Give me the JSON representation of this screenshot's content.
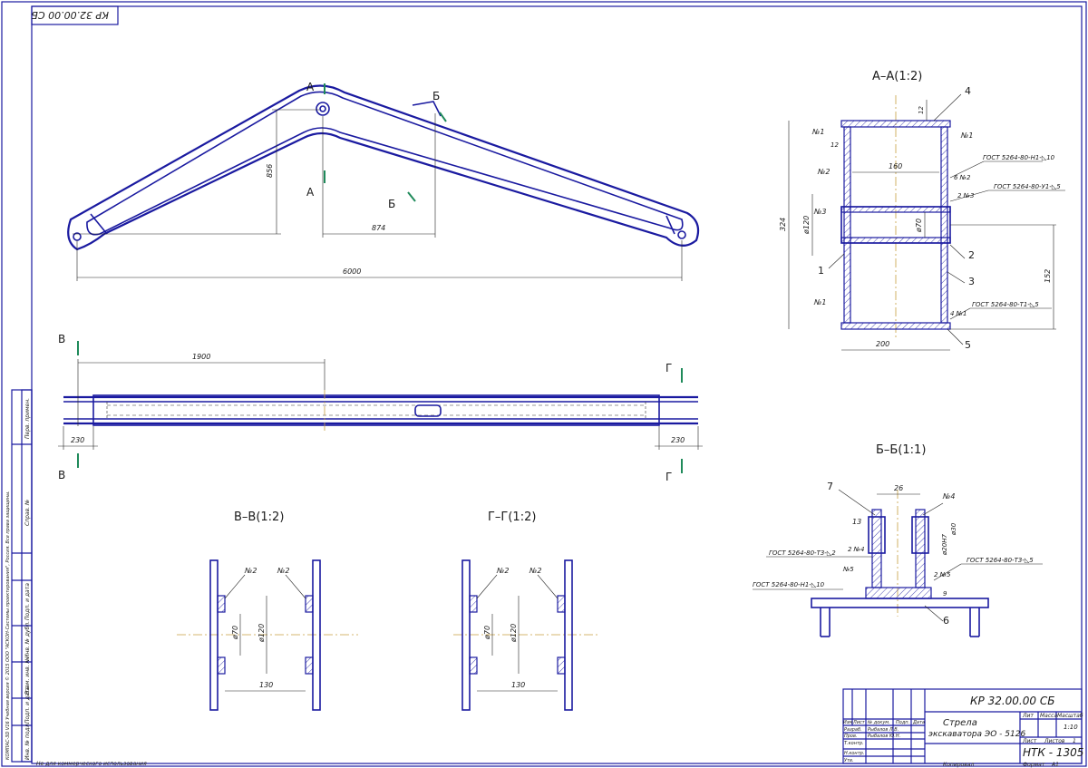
{
  "stamp_top": "КР 32.00.00 СБ",
  "main_view": {
    "section_a_top": "А",
    "section_a_bottom": "А",
    "section_b_top": "Б",
    "section_b_bottom": "Б",
    "dim_856": "856",
    "dim_874": "874",
    "dim_6000": "6000"
  },
  "plan_view": {
    "cut_v_top": "В",
    "cut_v_bottom": "В",
    "cut_g_top": "Г",
    "cut_g_bottom": "Г",
    "dim_1900": "1900",
    "dim_230_left": "230",
    "dim_230_right": "230"
  },
  "section_aa": {
    "title": "А–А(1:2)",
    "leader_4": "4",
    "leader_2": "2",
    "leader_3": "3",
    "leader_1": "1",
    "leader_5": "5",
    "n1_top_left": "№1",
    "n1_top_right": "№1",
    "n2_left": "№2",
    "n3_left": "№3",
    "n1_bottom_left": "№1",
    "dim_12_top": "12",
    "dim_12_left": "12",
    "dim_160": "160",
    "dim_324": "324",
    "dim_120": "ø120",
    "dim_70": "ø70",
    "dim_152": "152",
    "dim_200": "200",
    "weld_1_num": "6 №2",
    "weld_1": "ГОСТ 5264-80-Н1-◺10",
    "weld_2_num": "2 №3",
    "weld_2": "ГОСТ 5264-80-У1-◺5",
    "weld_3_num": "4 №1",
    "weld_3": "ГОСТ 5264-80-Т1-◺5"
  },
  "section_bb": {
    "title": "Б–Б(1:1)",
    "leader_7": "7",
    "leader_6": "6",
    "n4_top": "№4",
    "n4_side": "2 №4",
    "n5_left": "№5",
    "n5_right": "2 №5",
    "dim_26": "26",
    "dim_13": "13",
    "dim_20h7": "ø20H7",
    "dim_30": "ø30",
    "dim_9": "9",
    "weld_1": "ГОСТ 5264-80-Т3-◺2",
    "weld_2": "ГОСТ 5264-80-Н1-◺10",
    "weld_3": "ГОСТ 5264-80-Т3-◺5"
  },
  "section_vv": {
    "title": "В–В(1:2)",
    "n2_left": "№2",
    "n2_right": "№2",
    "dim_70": "ø70",
    "dim_120": "ø120",
    "dim_130": "130"
  },
  "section_gg": {
    "title": "Г–Г(1:2)",
    "n2_left": "№2",
    "n2_right": "№2",
    "dim_70": "ø70",
    "dim_120": "ø120",
    "dim_130": "130"
  },
  "title_block": {
    "designation": "КР 32.00.00 СБ",
    "name_line1": "Стрела",
    "name_line2": "экскаватора ЭО - 5126",
    "lit": "Лит",
    "mass": "Масса",
    "scale_h": "Масштаб",
    "scale": "1:10",
    "sheet": "Лист",
    "sheets": "Листов",
    "sheets_val": "1",
    "org": "НТК - 1305",
    "row_izm": "Изм",
    "row_list": "Лист",
    "row_doc": "№ докум.",
    "row_sign": "Подп.",
    "row_date": "Дата",
    "razrab": "Разраб.",
    "razrab_name": "Рыбалов Л.В.",
    "prov": "Пров.",
    "prov_name": "Рыбалов Ю.Н.",
    "tkontr": "Т.контр.",
    "nkontr": "Н.контр.",
    "utv": "Утв.",
    "copied": "Копировал",
    "format": "Формат",
    "format_val": "А1"
  },
  "side_strip": {
    "perv_primen": "Перв. примен.",
    "sprav": "Справ. №",
    "podp_data_1": "Подп. и дата",
    "inv_dubl": "Инв. № дубл.",
    "vzam_inv": "Взам. инв. №",
    "podp_data_2": "Подп. и дата",
    "inv_podl": "Инв. № подл."
  },
  "footer_note": "Не для коммерческого использования",
  "kompas_note": "КОМПАС-3D V16 Учебная версия © 2015 ООО \"АСКОН-Системы проектирования\", Россия. Все права защищены."
}
